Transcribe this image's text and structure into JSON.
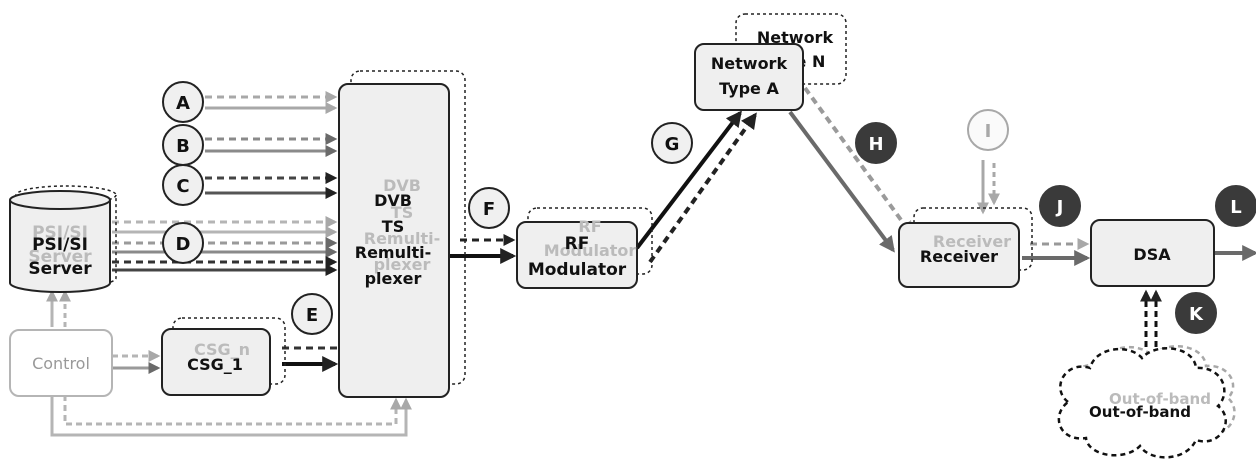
{
  "colors": {
    "dark": "#222222",
    "mid": "#6a6a6a",
    "light": "#a8a8a8",
    "box_fill": "#efefef",
    "marker_dark_fill": "#3a3a3a"
  },
  "blocks": {
    "psi_si_server": {
      "line1": "PSI/SI",
      "line2": "Server",
      "ghost1": "PSI/SI",
      "ghost2": "Server"
    },
    "control": {
      "label": "Control"
    },
    "csg_1": {
      "label": "CSG_1",
      "ghost": "CSG_n"
    },
    "dvb_ts_remux": {
      "line1": "DVB",
      "line2": "TS",
      "line3": "Remulti-",
      "line4": "plexer",
      "ghost1": "DVB",
      "ghost2": "TS",
      "ghost3": "Remulti-",
      "ghost4": "plexer"
    },
    "rf_modulator": {
      "line1": "RF",
      "line2": "Modulator",
      "ghost1": "RF",
      "ghost2": "Modulator"
    },
    "network_type_a": {
      "line1": "Network",
      "line2": "Type A"
    },
    "network_type_n": {
      "line1": "Network",
      "line2": "Type N"
    },
    "receiver": {
      "label": "Receiver",
      "ghost": "Receiver"
    },
    "dsa": {
      "label": "DSA"
    },
    "out_of_band": {
      "label": "Out-of-band",
      "ghost": "Out-of-band"
    }
  },
  "markers": {
    "A": "A",
    "B": "B",
    "C": "C",
    "D": "D",
    "E": "E",
    "F": "F",
    "G": "G",
    "H": "H",
    "I": "I",
    "J": "J",
    "K": "K",
    "L": "L"
  }
}
